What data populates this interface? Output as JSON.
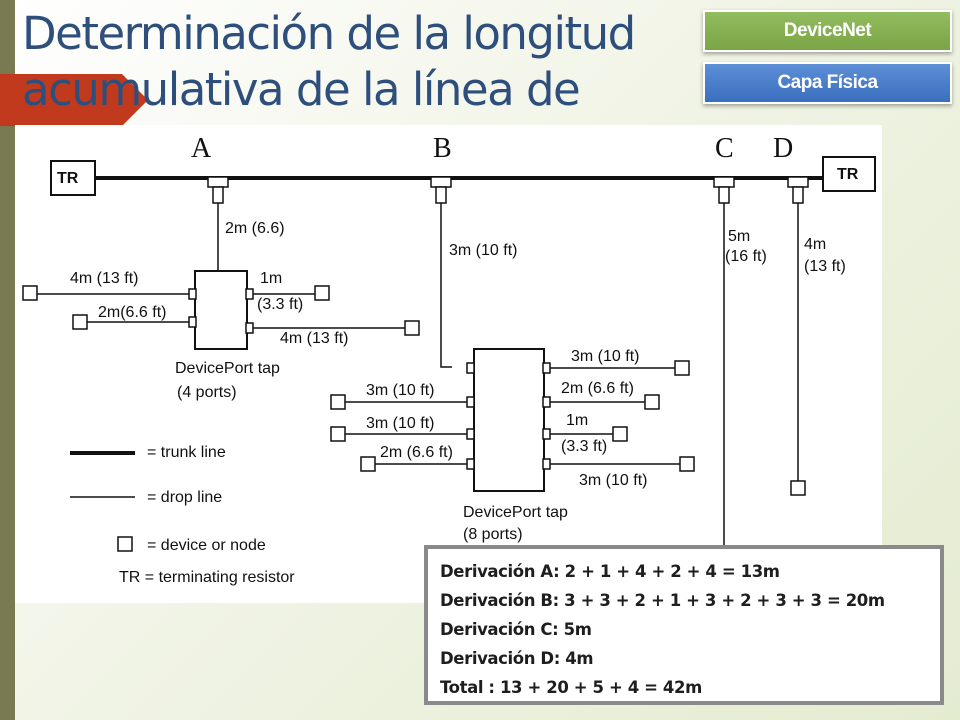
{
  "slide": {
    "title": "Determinación de la longitud acumulativa de la línea de",
    "tags": [
      "DeviceNet",
      "Capa Física"
    ]
  },
  "diagram": {
    "tap_labels": [
      "A",
      "B",
      "C",
      "D"
    ],
    "terminator_label": "TR",
    "drops": {
      "a": "2m (6.6)",
      "b": "3m (10 ft)",
      "c": [
        "5m",
        "(16 ft)"
      ],
      "d": [
        "4m",
        "(13 ft)"
      ]
    },
    "tap4": {
      "left": [
        "4m (13 ft)",
        "2m(6.6 ft)"
      ],
      "right": [
        "1m",
        "(3.3 ft)",
        "4m (13 ft)"
      ],
      "caption": [
        "DevicePort tap",
        "(4 ports)"
      ]
    },
    "tap8": {
      "left": [
        "3m (10 ft)",
        "3m (10 ft)",
        "2m (6.6 ft)"
      ],
      "right": [
        "3m (10 ft)",
        "2m (6.6 ft)",
        "1m",
        "(3.3 ft)",
        "3m (10 ft)"
      ],
      "caption": [
        "DevicePort tap",
        "(8 ports)"
      ]
    },
    "legend": [
      "= trunk line",
      "= drop line",
      "= device or node",
      "TR = terminating resistor"
    ]
  },
  "summary": [
    "Derivación A: 2 + 1 + 4 + 2 + 4 = 13m",
    "Derivación B: 3 + 3 + 2 + 1 + 3 + 2 + 3 + 3 = 20m",
    "Derivación C: 5m",
    "Derivación D: 4m",
    "Total : 13 + 20 + 5 + 4 = 42m"
  ],
  "colors": {
    "title": "#2e4f7c",
    "tag_green": "#7aa446",
    "tag_blue": "#3a6fbf",
    "arrow": "#c23a1e",
    "side_bar": "#7a7a52"
  }
}
